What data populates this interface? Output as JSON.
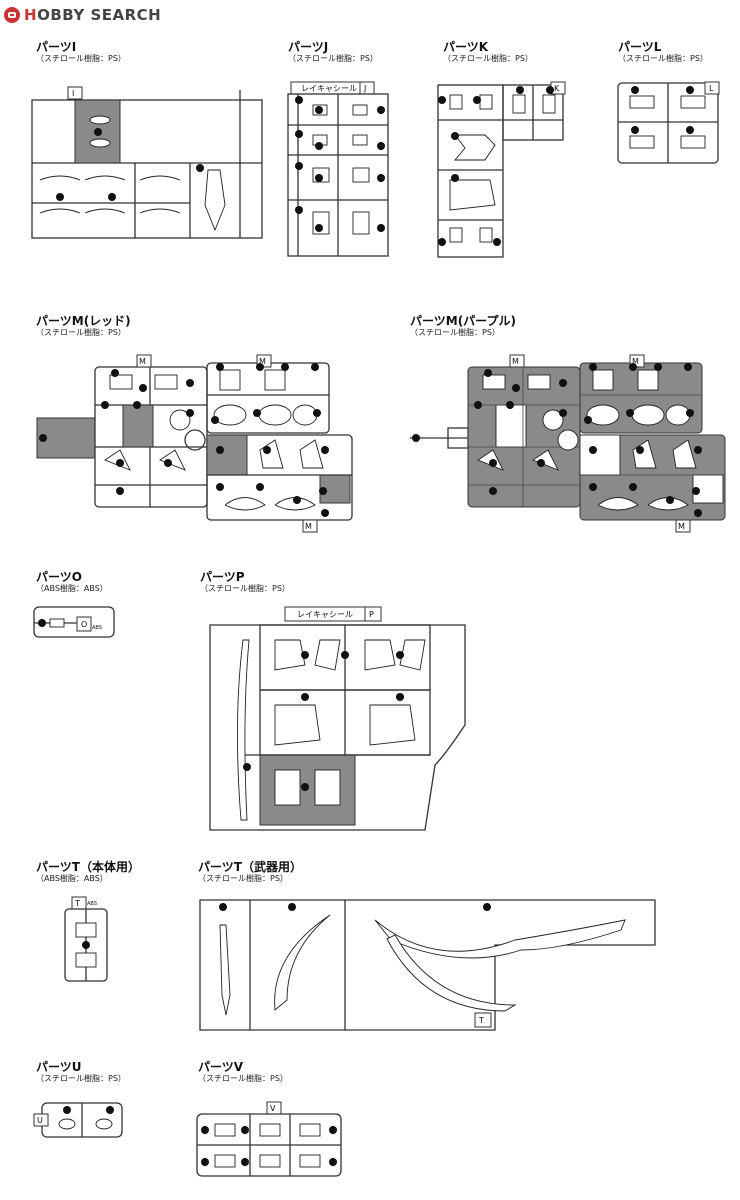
{
  "site": {
    "logo_prefix": "H",
    "logo_main": "OBBY",
    "logo_suffix": "SEARCH"
  },
  "parts": {
    "I": {
      "name": "パーツI",
      "material": "（スチロール樹脂：PS）",
      "tag": "I"
    },
    "J": {
      "name": "パーツJ",
      "material": "（スチロール樹脂：PS）",
      "tag": "J",
      "seal": "レイキャシール"
    },
    "K": {
      "name": "パーツK",
      "material": "（スチロール樹脂：PS）",
      "tag": "K"
    },
    "L": {
      "name": "パーツL",
      "material": "（スチロール樹脂：PS）",
      "tag": "L"
    },
    "M_red": {
      "name": "パーツM(レッド)",
      "material": "（スチロール樹脂：PS）",
      "tag": "M"
    },
    "M_purple": {
      "name": "パーツM(パープル)",
      "material": "（スチロール樹脂：PS）",
      "tag": "M"
    },
    "O": {
      "name": "パーツO",
      "material": "（ABS樹脂：ABS）",
      "tag": "O",
      "tag_small": "ABS"
    },
    "P": {
      "name": "パーツP",
      "material": "（スチロール樹脂：PS）",
      "tag": "P",
      "seal": "レイキャシール"
    },
    "T_body": {
      "name": "パーツT（本体用）",
      "material": "（ABS樹脂：ABS）",
      "tag": "T",
      "tag_small": "ABS"
    },
    "T_weapon": {
      "name": "パーツT（武器用）",
      "material": "（スチロール樹脂：PS）",
      "tag": "T"
    },
    "U": {
      "name": "パーツU",
      "material": "（スチロール樹脂：PS）",
      "tag": "U"
    },
    "V": {
      "name": "パーツV",
      "material": "（スチロール樹脂：PS）",
      "tag": "V"
    }
  },
  "colors": {
    "runner": "#333333",
    "shade": "#8a8a8a",
    "brand": "#cc3333"
  }
}
